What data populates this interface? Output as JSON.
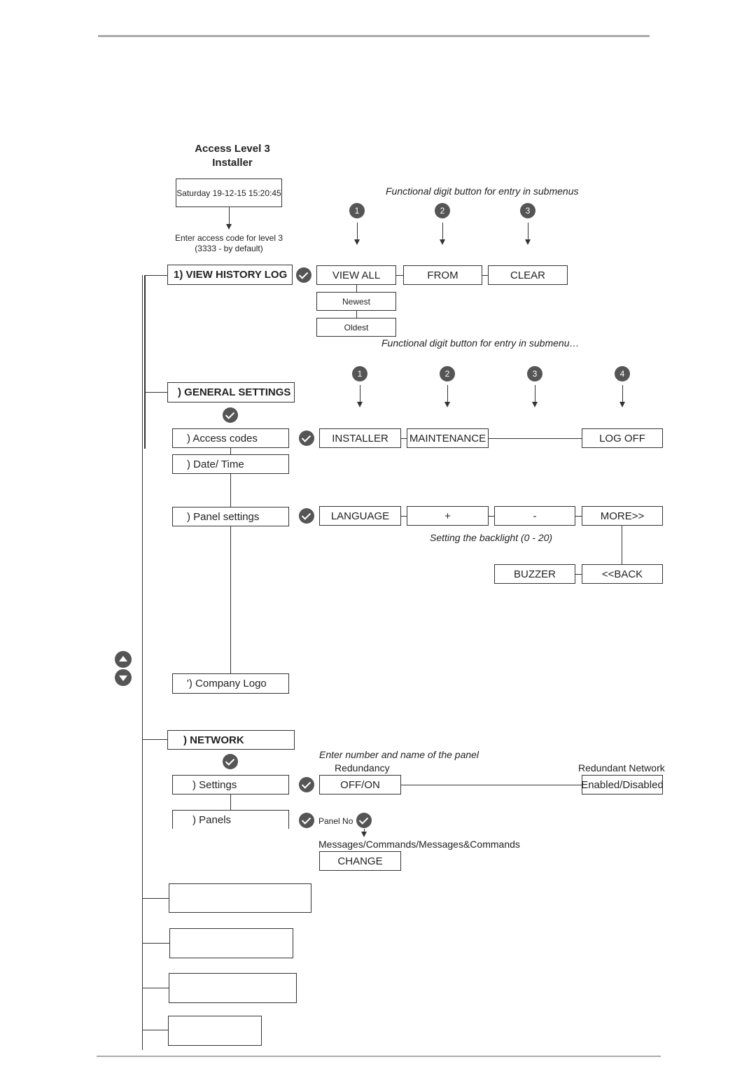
{
  "header": {
    "title_line1": "Access Level 3",
    "title_line2": "Installer"
  },
  "display": {
    "datetime": "Saturday 19-12-15 15:20:45"
  },
  "access": {
    "line1": "Enter access code for level 3",
    "line2": "(3333 - by default)"
  },
  "hints": {
    "functional_top": "Functional digit button for entry in submenus",
    "functional_mid": "Functional digit button for entry in submenu…",
    "backlight": "Setting the backlight (0 - 20)",
    "panel_entry": "Enter number and name of the panel"
  },
  "digits": [
    "1",
    "2",
    "3",
    "4"
  ],
  "menu": {
    "history": {
      "label": "1) VIEW HISTORY LOG",
      "view_all": "VIEW ALL",
      "from": "FROM",
      "clear": "CLEAR",
      "newest": "Newest",
      "oldest": "Oldest"
    },
    "general": {
      "label": ") GENERAL SETTINGS",
      "access_codes": ") Access codes",
      "date_time": ") Date/ Time",
      "panel_settings": ") Panel settings",
      "company_logo": "') Company Logo",
      "installer": "INSTALLER",
      "maintenance": "MAINTENANCE",
      "log_off": "LOG OFF",
      "language": "LANGUAGE",
      "plus": "+",
      "minus": "-",
      "more": "MORE>>",
      "buzzer": "BUZZER",
      "back": "<<BACK"
    },
    "network": {
      "label": ") NETWORK",
      "settings": ") Settings",
      "panels": ") Panels",
      "redundancy": "Redundancy",
      "off_on": "OFF/ON",
      "redundant_network": "Redundant Network",
      "enabled_disabled": "Enabled/Disabled",
      "panel_no": "Panel No",
      "messages": "Messages/Commands/Messages&Commands",
      "change": "CHANGE"
    }
  }
}
